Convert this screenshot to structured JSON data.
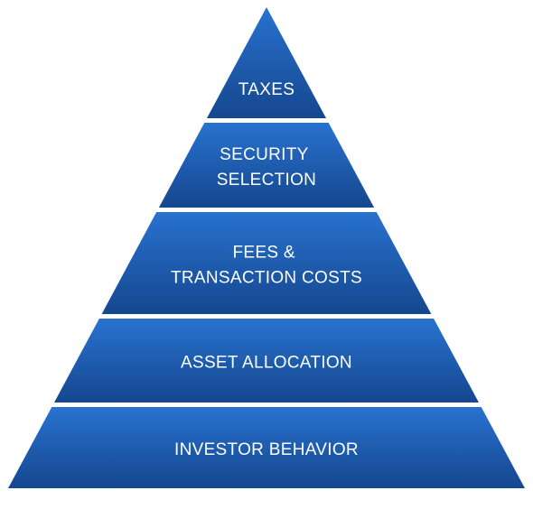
{
  "pyramid": {
    "colors": {
      "top": "#2872cf",
      "bottom": "#15478f",
      "separator": "#ffffff",
      "text": "#ffffff"
    },
    "tiers": [
      {
        "lines": [
          "TAXES"
        ]
      },
      {
        "lines": [
          "SECURITY",
          "SELECTION"
        ]
      },
      {
        "lines": [
          "FEES &",
          "TRANSACTION COSTS"
        ]
      },
      {
        "lines": [
          "ASSET ALLOCATION"
        ]
      },
      {
        "lines": [
          "INVESTOR BEHAVIOR"
        ]
      }
    ]
  }
}
